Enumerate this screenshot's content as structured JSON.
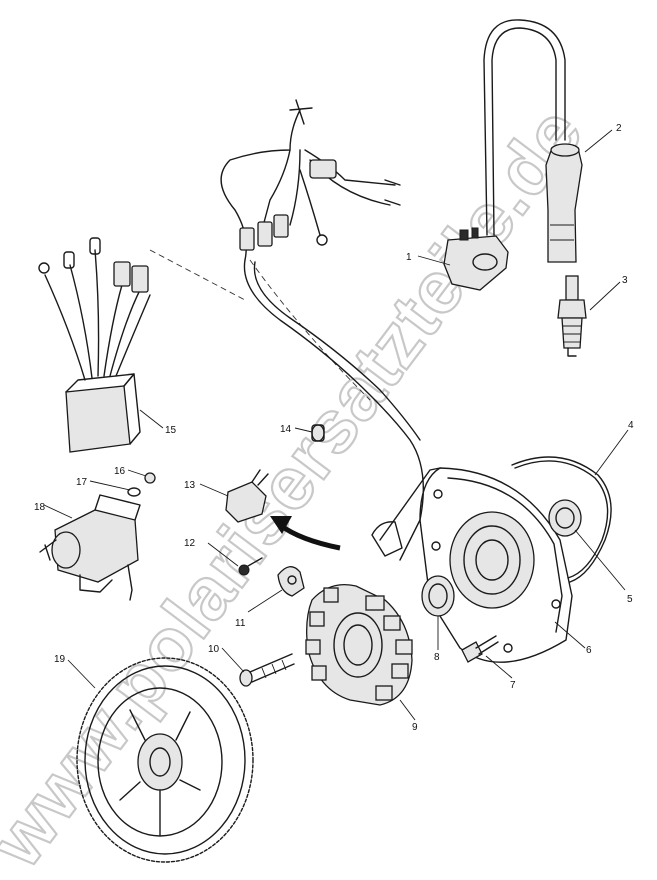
{
  "watermark": "www.polarisersatzteile.de",
  "callouts": [
    "1",
    "2",
    "3",
    "4",
    "5",
    "6",
    "7",
    "8",
    "9",
    "10",
    "11",
    "12",
    "13",
    "14",
    "15",
    "16",
    "17",
    "18",
    "19"
  ],
  "colors": {
    "line": "#1a1a1a",
    "watermark": "#c8c8c8",
    "background": "#ffffff"
  }
}
